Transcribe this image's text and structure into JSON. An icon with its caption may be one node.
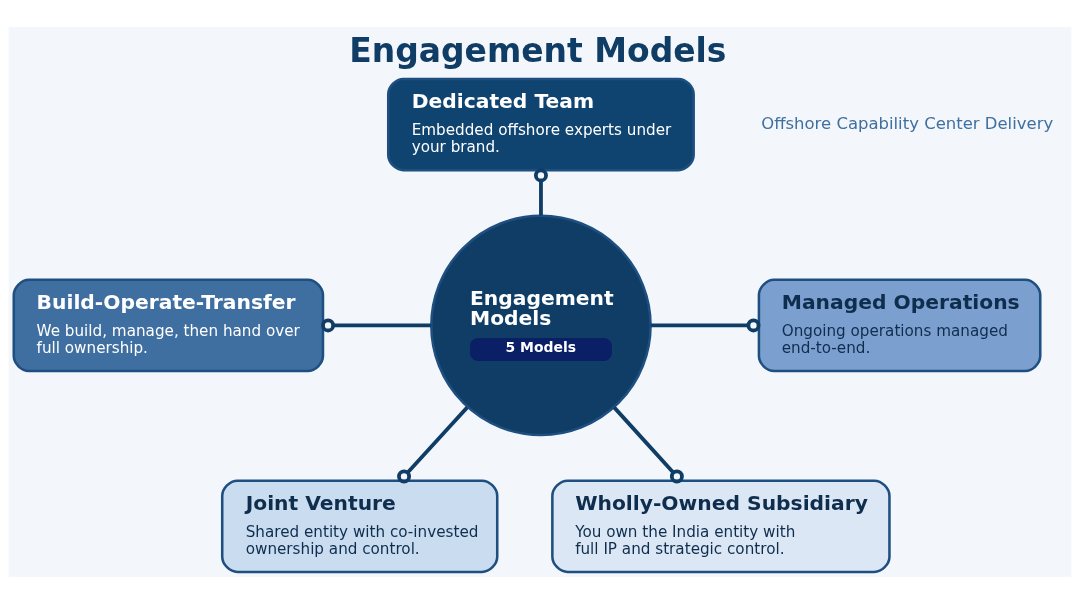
{
  "diagram": {
    "title": "Engagement Models",
    "nodes": [
      {
        "text": [
          "Dedicated Team",
          "Embedded offshore experts under your brand."
        ]
      },
      {
        "text": [
          "Build-Operate-Transfer",
          "We build, manage, then hand over full ownership."
        ]
      },
      {
        "text": [
          "Engagement Models",
          "5 Models"
        ]
      },
      {
        "text": [
          "Managed Operations",
          "Ongoing operations managed end-to-end."
        ]
      },
      {
        "text": [
          "Joint Venture",
          "Shared entity with co-invested ownership and control."
        ]
      },
      {
        "text": [
          "Wholly-Owned Subsidiary",
          "You own the India entity with full IP and strategic control."
        ]
      }
    ],
    "edges": [
      {
        "from": 2,
        "to": 0,
        "arrow": "other"
      },
      {
        "from": 2,
        "to": 1,
        "arrow": "other"
      },
      {
        "from": 2,
        "to": 3,
        "arrow": "other"
      },
      {
        "from": 2,
        "to": 4,
        "arrow": "other"
      },
      {
        "from": 2,
        "to": 5,
        "arrow": "other"
      }
    ],
    "labels": [
      "Offshore Capability Center Delivery"
    ]
  }
}
